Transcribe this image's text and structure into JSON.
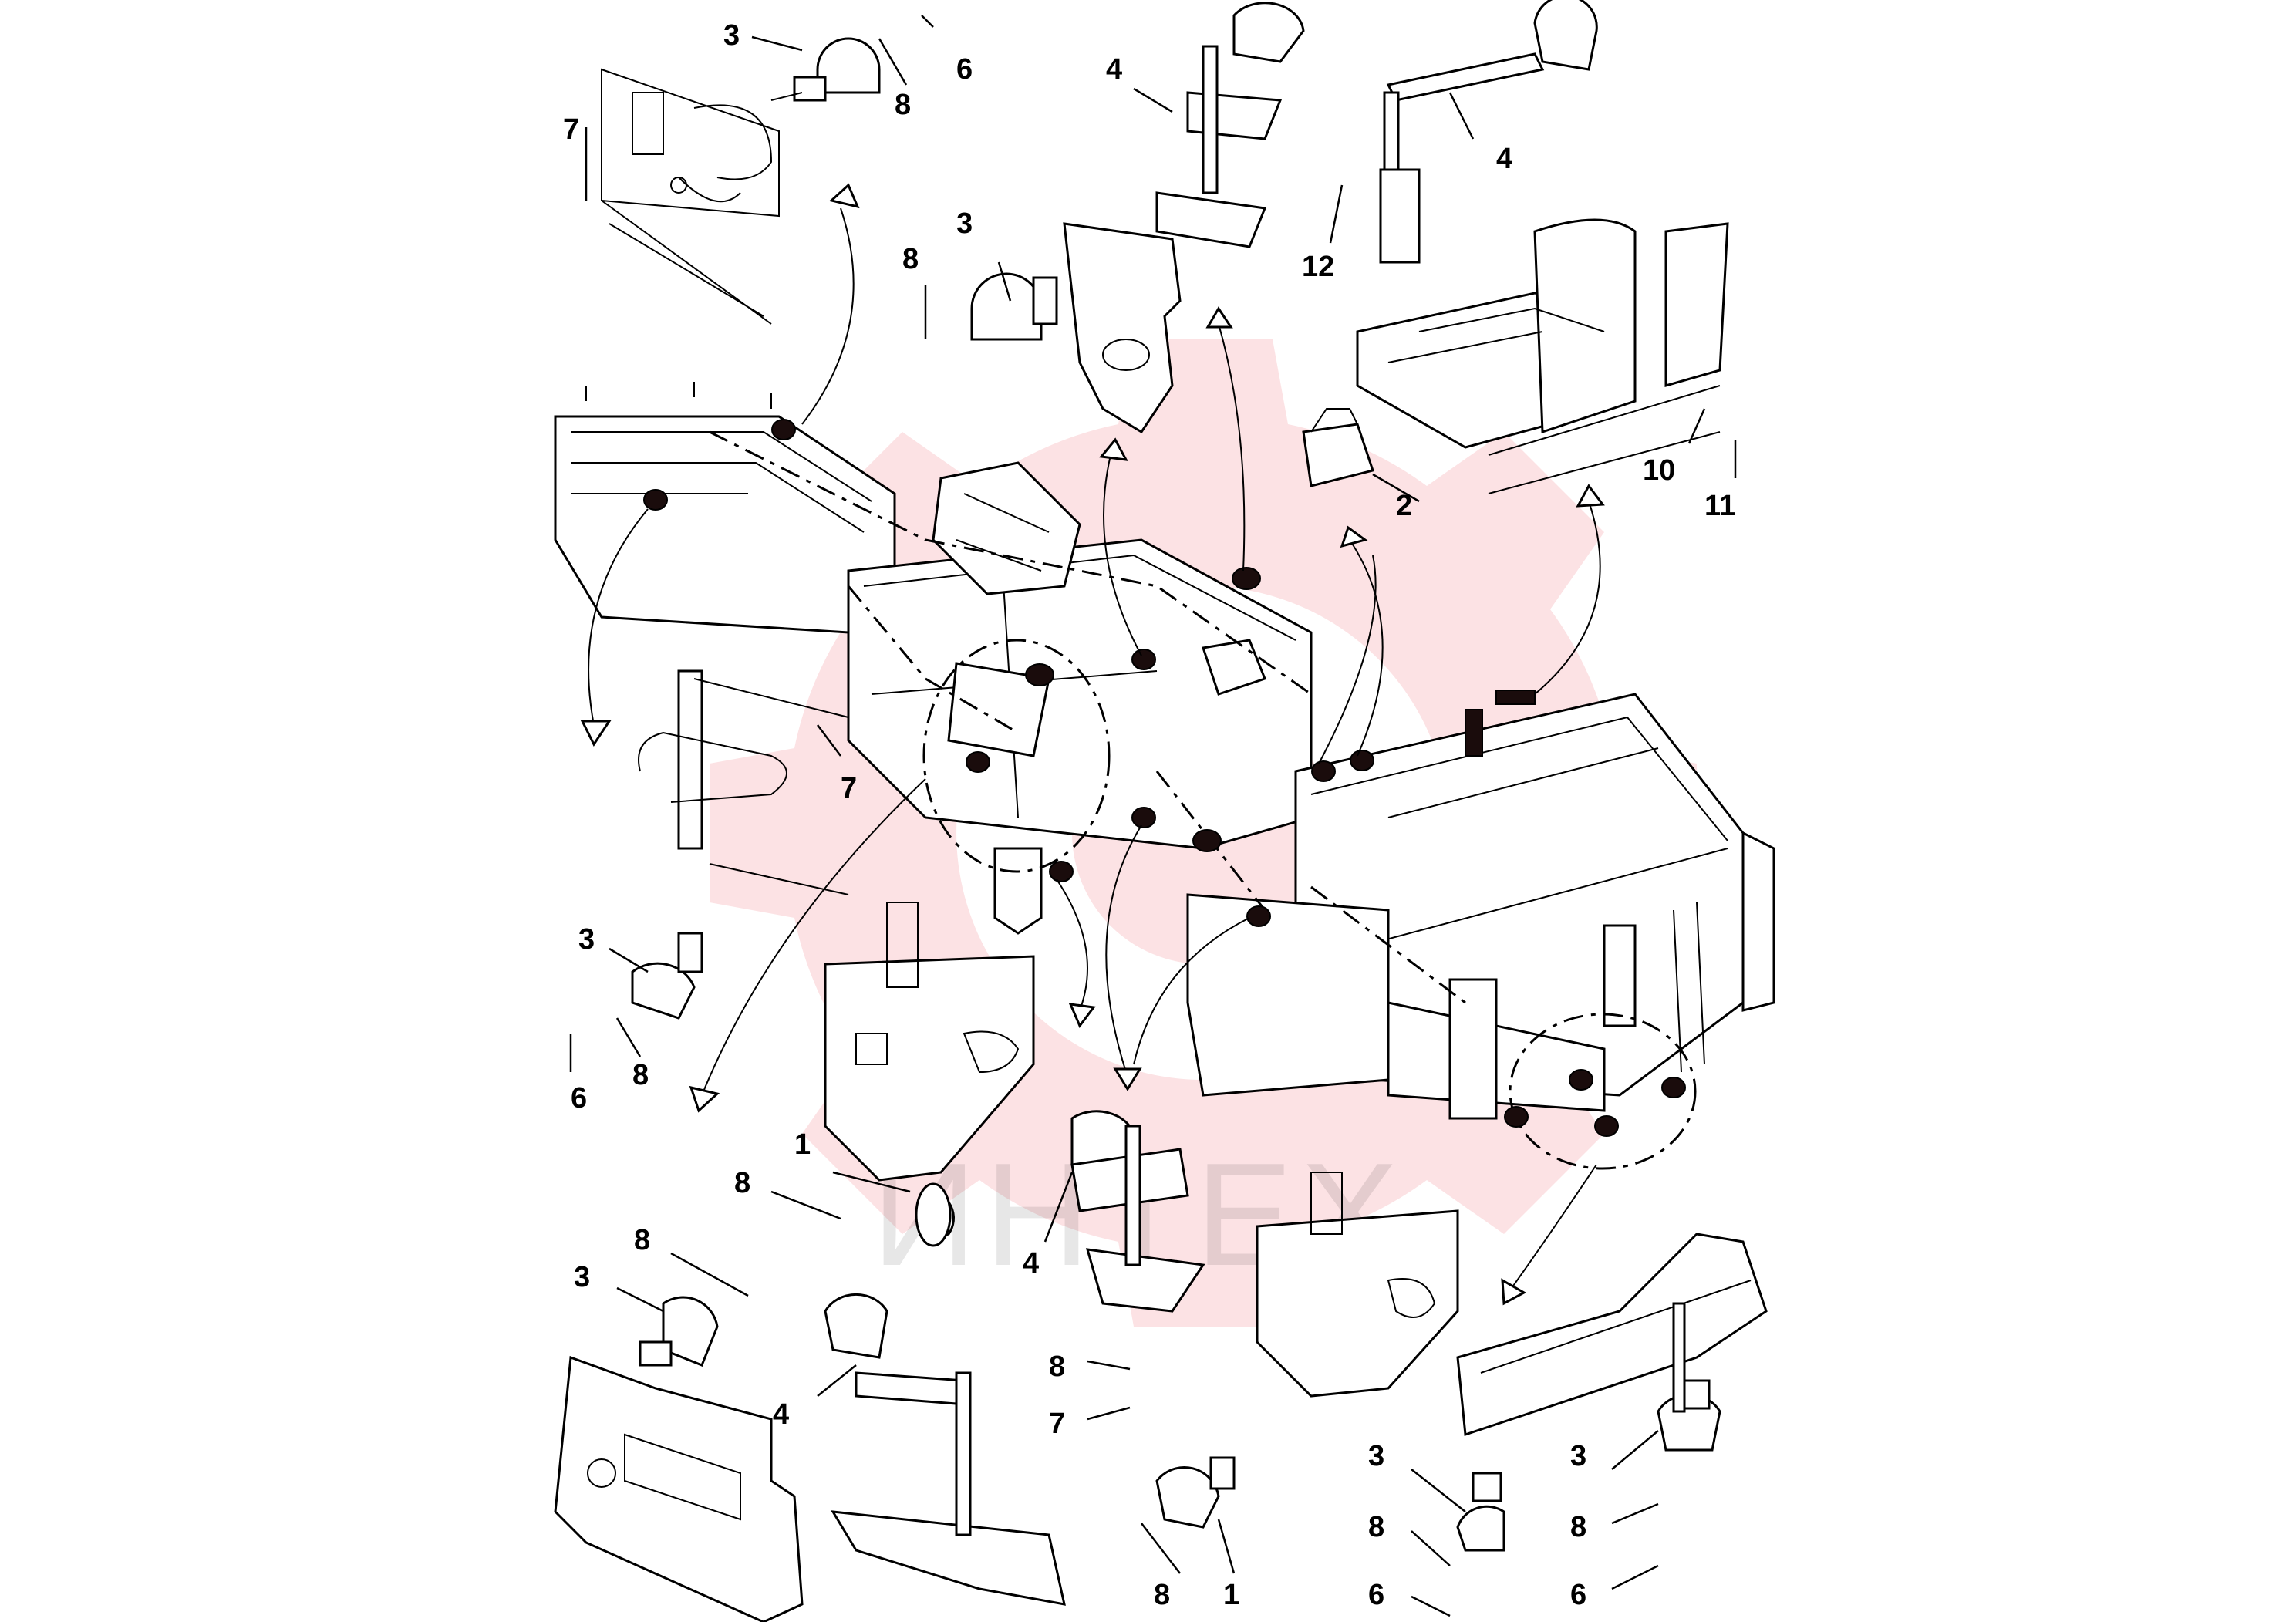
{
  "watermark": {
    "text": "ИНТЕХ",
    "color": "#e8212e"
  },
  "callouts": [
    "3",
    "6",
    "8",
    "7",
    "4",
    "4",
    "12",
    "3",
    "8",
    "2",
    "10",
    "11",
    "7",
    "3",
    "6",
    "8",
    "1",
    "8",
    "8",
    "3",
    "4",
    "4",
    "8",
    "7",
    "3",
    "3",
    "8",
    "6",
    "8",
    "6",
    "8",
    "1"
  ],
  "icons": {
    "lamp": "work-lamp-icon",
    "connector": "electrical-connector-icon",
    "watermark": "gear-logo-icon"
  }
}
